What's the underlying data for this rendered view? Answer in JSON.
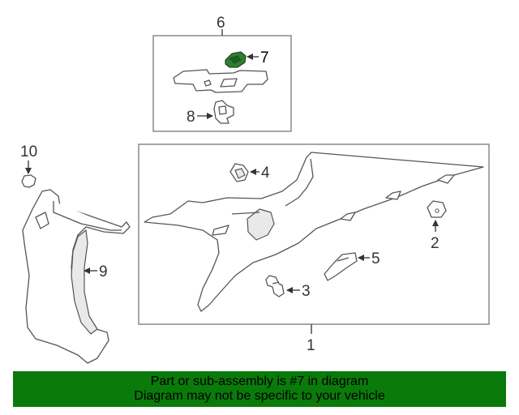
{
  "callouts": {
    "c1": "1",
    "c2": "2",
    "c3": "3",
    "c4": "4",
    "c5": "5",
    "c6": "6",
    "c7": "7",
    "c8": "8",
    "c9": "9",
    "c10": "10"
  },
  "highlight": {
    "part_number": "7",
    "color": "#2e7d32"
  },
  "banner": {
    "background": "#0a7a0a",
    "line1": "Part or sub-assembly is #7 in diagram",
    "line2": "Diagram may not be specific to your vehicle"
  }
}
